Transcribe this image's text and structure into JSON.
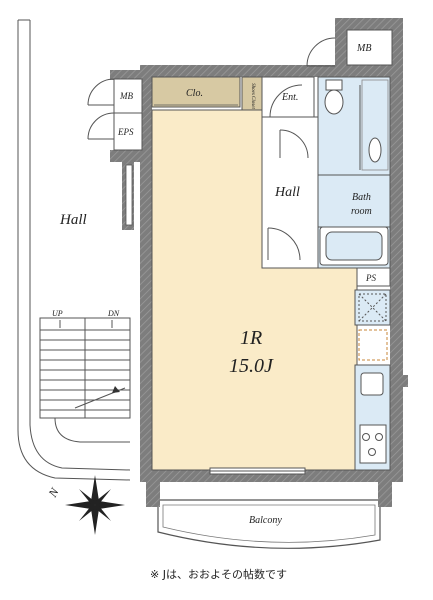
{
  "plan": {
    "main_room": {
      "type": "1R",
      "area": "15.0J"
    },
    "labels": {
      "hall_left": "Hall",
      "hall_inner": "Hall",
      "clo": "Clo.",
      "shoe_closet": "Shoes Closet",
      "ent": "Ent.",
      "mb_top": "MB",
      "mb_left": "MB",
      "eps": "EPS",
      "bath_line1": "Bath",
      "bath_line2": "room",
      "ps": "PS",
      "balcony": "Balcony",
      "up": "UP",
      "dn": "DN",
      "compass": "N"
    },
    "footnote": "※ Jは、おおよその帖数です",
    "colors": {
      "wall": "#7d7d7d",
      "floor": "#faebc8",
      "closet": "#d7c9a3",
      "bath": "#dbeaf5",
      "outline": "#555555"
    }
  }
}
